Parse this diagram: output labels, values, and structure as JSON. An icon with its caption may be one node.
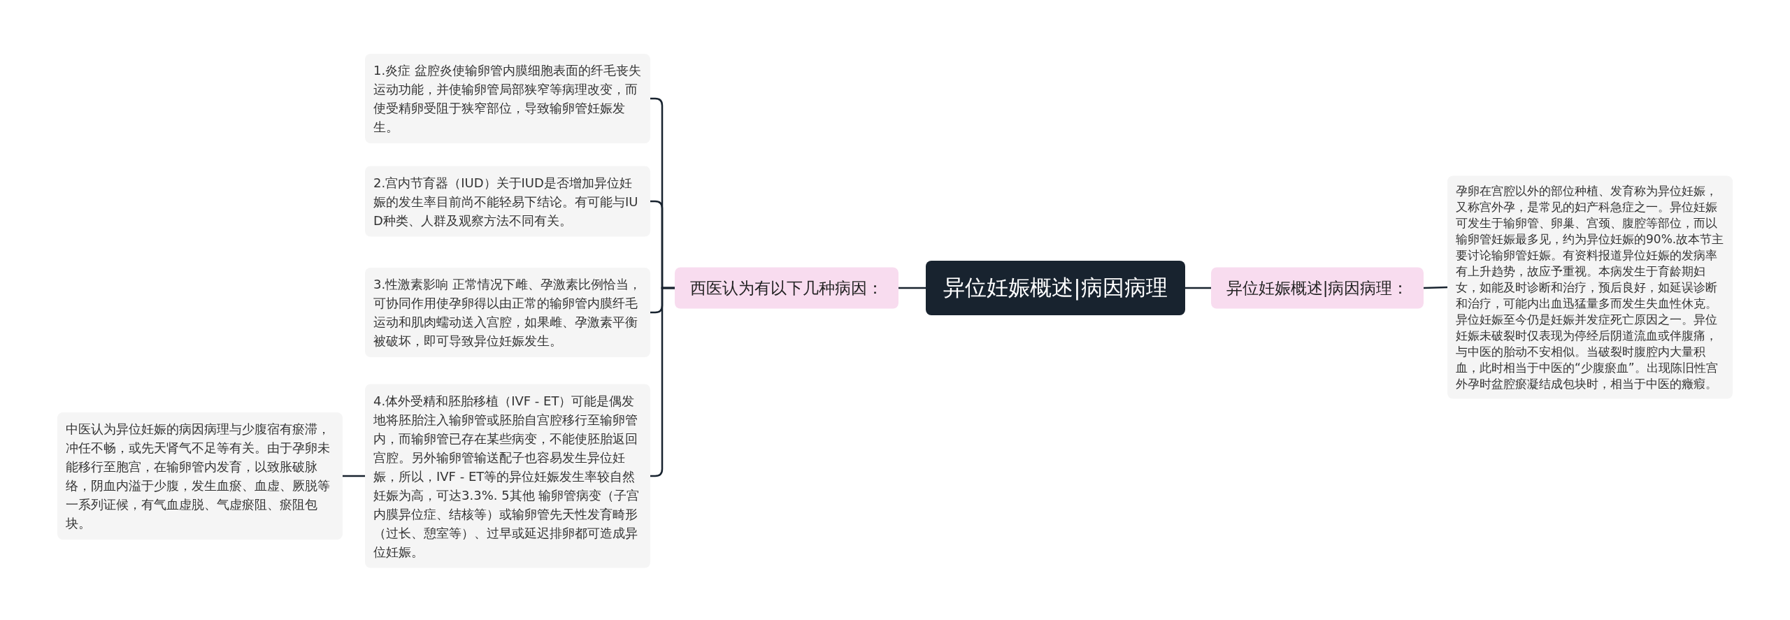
{
  "diagram": {
    "nodes": [
      {
        "text": [
          "异位妊娠概述|病因病理"
        ]
      },
      {
        "text": [
          "西医认为有以下几种病因："
        ]
      },
      {
        "text": [
          "1.炎症 盆腔炎使输卵管内膜细胞表面的纤毛丧失运动功能，并使输卵管局部狭窄等病理改变，而使受精卵受阻于狭窄部位，导致输卵管妊娠发生。"
        ]
      },
      {
        "text": [
          "2.宫内节育器（IUD）关于IUD是否增加异位妊娠的发生率目前尚不能轻易下结论。有可能与IUD种类、人群及观察方法不同有关。"
        ]
      },
      {
        "text": [
          "3.性激素影响 正常情况下雌、孕激素比例恰当，可协同作用使孕卵得以由正常的输卵管内膜纤毛运动和肌肉蠕动送入宫腔，如果雌、孕激素平衡被破坏，即可导致异位妊娠发生。"
        ]
      },
      {
        "text": [
          "4.体外受精和胚胎移植（IVF - ET）可能是偶发地将胚胎注入输卵管或胚胎自宫腔移行至输卵管内，而输卵管已存在某些病变，不能使胚胎返回宫腔。另外输卵管输送配子也容易发生异位妊娠，所以，IVF - ET等的异位妊娠发生率较自然妊娠为高，可达3.3%. 5其他 输卵管病变（子宫内膜异位症、结核等）或输卵管先天性发育畸形（过长、憩室等）、过早或延迟排卵都可造成异位妊娠。"
        ]
      },
      {
        "text": [
          "中医认为异位妊娠的病因病理与少腹宿有瘀滞，冲任不畅，或先天肾气不足等有关。由于孕卵未能移行至胞宫，在输卵管内发育，以致胀破脉络，阴血内溢于少腹，发生血瘀、血虚、厥脱等一系列证候，有气血虚脱、气虚瘀阻、瘀阻包块。"
        ]
      },
      {
        "text": [
          "异位妊娠概述|病因病理："
        ]
      },
      {
        "text": [
          "孕卵在宫腔以外的部位种植、发育称为异位妊娠，又称宫外孕，是常见的妇产科急症之一。异位妊娠可发生于输卵管、卵巢、宫颈、腹腔等部位，而以输卵管妊娠最多见，约为异位妊娠的90%.故本节主要讨论输卵管妊娠。有资料报道异位妊娠的发病率有上升趋势，故应予重视。本病发生于育龄期妇女，如能及时诊断和治疗，预后良好，如延误诊断和治疗，可能内出血迅猛量多而发生失血性休克。异位妊娠至今仍是妊娠并发症死亡原因之一。异位妊娠未破裂时仅表现为停经后阴道流血或伴腹痛，与中医的胎动不安相似。当破裂时腹腔内大量积血，此时相当于中医的“少腹瘀血”。出现陈旧性宫外孕时盆腔瘀凝结成包块时，相当于中医的癥瘕。"
        ]
      }
    ],
    "edges": [
      {
        "from": 0,
        "to": 1,
        "arrow": "none"
      },
      {
        "from": 1,
        "to": 2,
        "arrow": "none"
      },
      {
        "from": 1,
        "to": 3,
        "arrow": "none"
      },
      {
        "from": 1,
        "to": 4,
        "arrow": "none"
      },
      {
        "from": 1,
        "to": 5,
        "arrow": "none"
      },
      {
        "from": 5,
        "to": 6,
        "arrow": "none"
      },
      {
        "from": 0,
        "to": 7,
        "arrow": "none"
      },
      {
        "from": 7,
        "to": 8,
        "arrow": "none"
      }
    ]
  }
}
